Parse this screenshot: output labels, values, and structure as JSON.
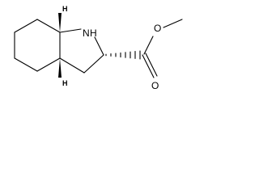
{
  "molecule": {
    "atoms": {
      "ring_nitrogen": "N",
      "ring_nitrogen_h": "H",
      "carbonyl_oxygen": "O",
      "ester_oxygen": "O",
      "stereo_h_top": "H",
      "stereo_h_bottom": "H"
    },
    "colors": {
      "bond": "#000000",
      "label": "#000000",
      "background": "#ffffff"
    }
  }
}
